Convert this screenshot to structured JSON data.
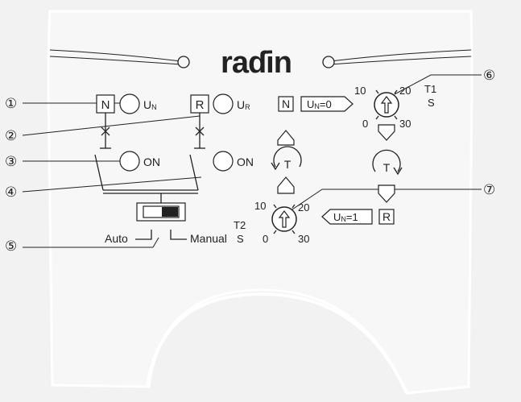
{
  "brand": "raɗin",
  "callouts": [
    "①",
    "②",
    "③",
    "④",
    "⑤",
    "⑥",
    "⑦"
  ],
  "left": {
    "n_box": "N",
    "r_box": "R",
    "un_label": "U",
    "un_sub": "N",
    "ur_label": "U",
    "ur_sub": "R",
    "on1": "ON",
    "on2": "ON",
    "switch_auto": "Auto",
    "switch_manual": "Manual",
    "t2_label": "T2",
    "t2_unit": "S"
  },
  "right": {
    "n_box": "N",
    "un0_u": "U",
    "un0_sub": "N",
    "un0_val": "=0",
    "un1_u": "U",
    "un1_sub": "N",
    "un1_val": "=1",
    "r_box": "R",
    "t_upper": "T",
    "t_lower": "T",
    "t1_label": "T1",
    "t1_unit": "S"
  },
  "dial_t1": {
    "min": "0",
    "a": "10",
    "b": "20",
    "max": "30"
  },
  "dial_t2": {
    "min": "0",
    "a": "10",
    "b": "20",
    "max": "30"
  },
  "colors": {
    "background": "#f2f2f2",
    "panel": "#f7f7f7",
    "ink": "#222222"
  }
}
